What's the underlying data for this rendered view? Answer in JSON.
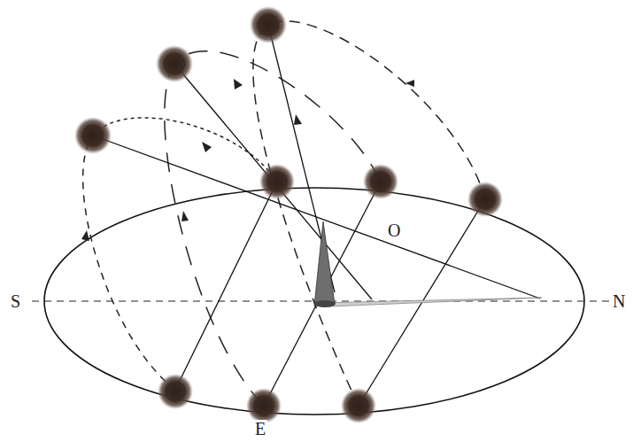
{
  "diagram": {
    "labels": [
      "O",
      "S",
      "N",
      "E"
    ]
  }
}
